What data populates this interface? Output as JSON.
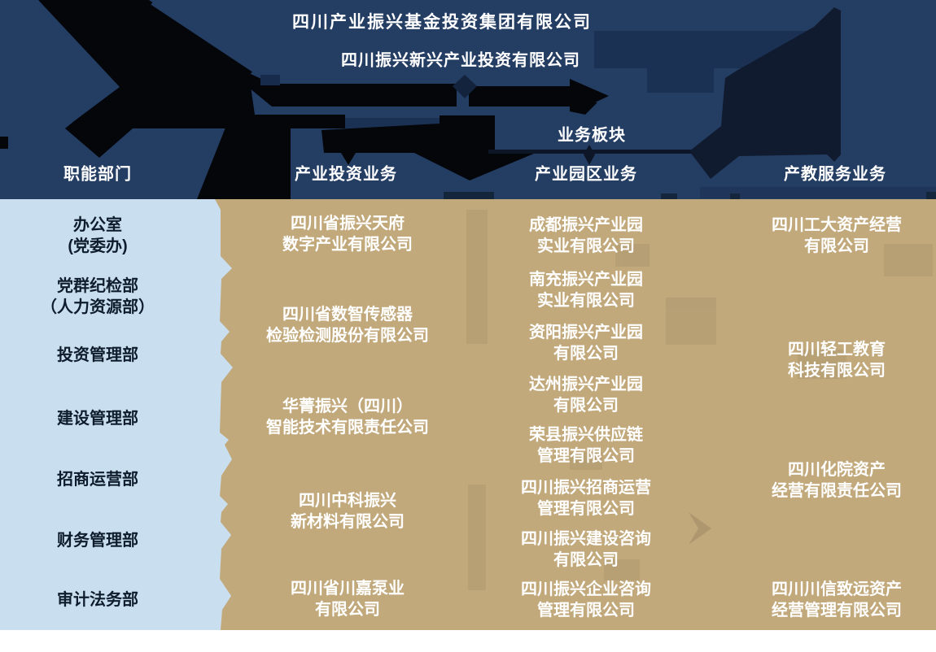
{
  "header": {
    "parent_company": "四川产业振兴基金投资集团有限公司",
    "subsidiary_company": "四川振兴新兴产业投资有限公司",
    "business_segment_label": "业务板块"
  },
  "functional_column": {
    "header": "职能部门",
    "departments": [
      {
        "lines": [
          "办公室",
          "(党委办)"
        ]
      },
      {
        "lines": [
          "党群纪检部",
          "（人力资源部）"
        ]
      },
      {
        "lines": [
          "投资管理部"
        ]
      },
      {
        "lines": [
          "建设管理部"
        ]
      },
      {
        "lines": [
          "招商运营部"
        ]
      },
      {
        "lines": [
          "财务管理部"
        ]
      },
      {
        "lines": [
          "审计法务部"
        ]
      }
    ]
  },
  "business_columns": [
    {
      "header": "产业投资业务",
      "companies": [
        {
          "lines": [
            "四川省振兴天府",
            "数字产业有限公司"
          ]
        },
        {
          "lines": [
            "四川省数智传感器",
            "检验检测股份有限公司"
          ]
        },
        {
          "lines": [
            "华菁振兴（四川）",
            "智能技术有限责任公司"
          ]
        },
        {
          "lines": [
            "四川中科振兴",
            "新材料有限公司"
          ]
        },
        {
          "lines": [
            "四川省川嘉泵业",
            "有限公司"
          ]
        }
      ]
    },
    {
      "header": "产业园区业务",
      "companies": [
        {
          "lines": [
            "成都振兴产业园",
            "实业有限公司"
          ]
        },
        {
          "lines": [
            "南充振兴产业园",
            "实业有限公司"
          ]
        },
        {
          "lines": [
            "资阳振兴产业园",
            "有限公司"
          ]
        },
        {
          "lines": [
            "达州振兴产业园",
            "有限公司"
          ]
        },
        {
          "lines": [
            "荣县振兴供应链",
            "管理有限公司"
          ]
        },
        {
          "lines": [
            "四川振兴招商运营",
            "管理有限公司"
          ]
        },
        {
          "lines": [
            "四川振兴建设咨询",
            "有限公司"
          ]
        },
        {
          "lines": [
            "四川振兴企业咨询",
            "管理有限公司"
          ]
        }
      ]
    },
    {
      "header": "产教服务业务",
      "companies": [
        {
          "lines": [
            "四川工大资产经营",
            "有限公司"
          ]
        },
        {
          "lines": [
            "四川轻工教育",
            "科技有限公司"
          ]
        },
        {
          "lines": [
            "四川化院资产",
            "经营有限责任公司"
          ]
        },
        {
          "lines": [
            "四川川信致远资产",
            "经营管理有限公司"
          ]
        }
      ]
    }
  ],
  "colors": {
    "header_navy": "#243d63",
    "header_navy_dark": "#1b3153",
    "artwork_black": "#04060a",
    "artwork_dark_navy": "#101b2f",
    "functional_column_bg": "#c9dff0",
    "business_area_bg": "#c2a97c",
    "department_text": "#0e1c2d",
    "company_text": "#ffffff"
  }
}
